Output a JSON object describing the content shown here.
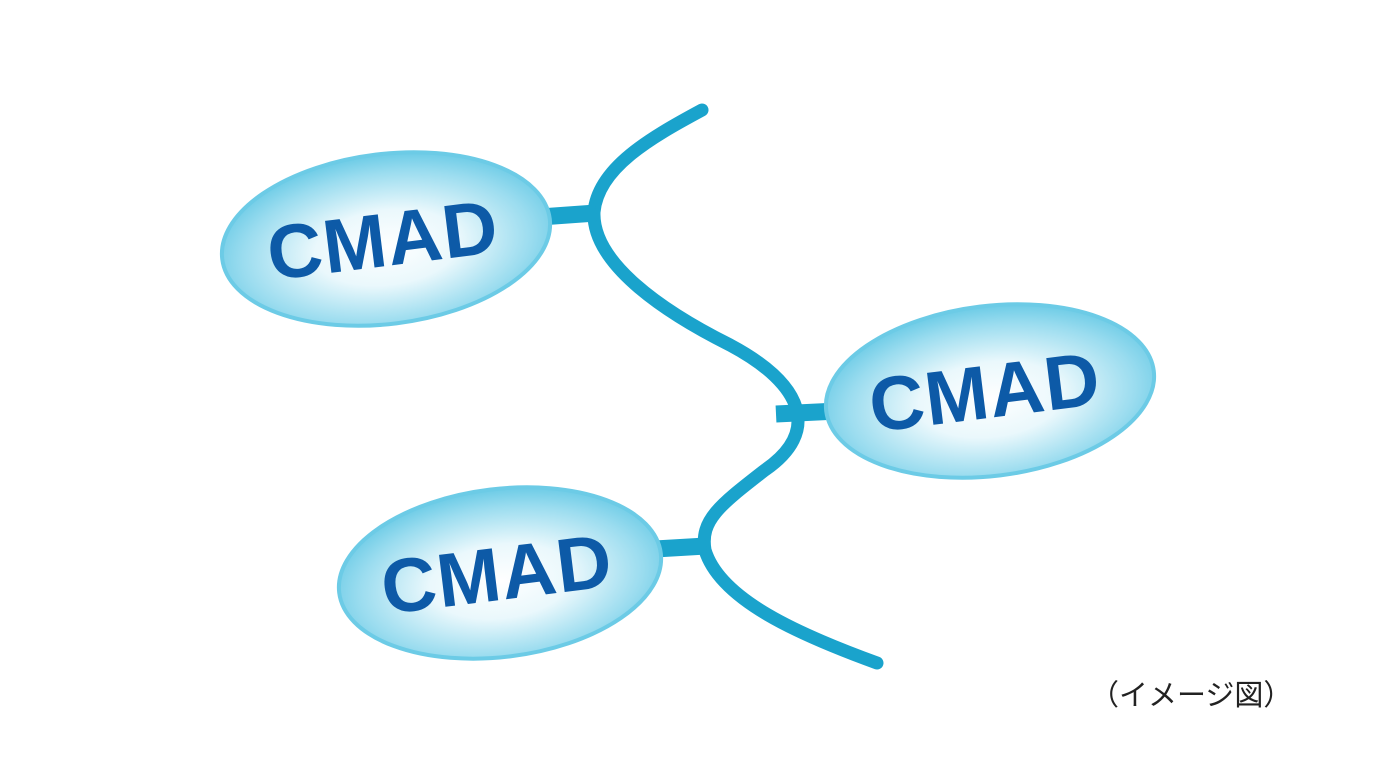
{
  "diagram": {
    "nodes": [
      {
        "label": "CMAD"
      },
      {
        "label": "CMAD"
      },
      {
        "label": "CMAD"
      }
    ],
    "caption": "（イメージ図）"
  },
  "colors": {
    "chain": "#1aa3cc",
    "ellipse_edge": "#6ccbe6",
    "ellipse_center": "#ffffff",
    "label": "#0d5aa7"
  }
}
